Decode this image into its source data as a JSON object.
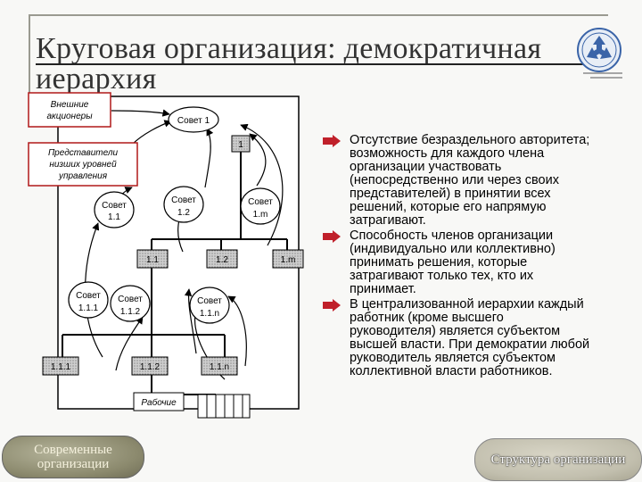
{
  "slide": {
    "title": "Круговая организация: демократичная иерархия",
    "logo_icon": "recycle-icon"
  },
  "diagram": {
    "ext_shareholders": "Внешние акционеры",
    "reps": "Представители низших уровней управления",
    "council1": "Совет 1",
    "box1": "1",
    "council_1_1": [
      "Совет",
      "1.1"
    ],
    "council_1_2": [
      "Совет",
      "1.2"
    ],
    "council_1_m": [
      "Совет",
      "1.m"
    ],
    "box_1_1": "1.1",
    "box_1_2": "1.2",
    "box_1_m": "1.m",
    "council_1_1_1": [
      "Совет",
      "1.1.1"
    ],
    "council_1_1_2": [
      "Совет",
      "1.1.2"
    ],
    "council_1_1_n": [
      "Совет",
      "1.1.n"
    ],
    "box_1_1_1": "1.1.1",
    "box_1_1_2": "1.1.2",
    "box_1_1_n": "1.1.n",
    "workers": "Рабочие"
  },
  "bullets": [
    "Отсутствие безраздельного авторитета; возможность для каждого члена организации участвовать (непосредственно или через своих представителей) в принятии всех решений, которые его напрямую затрагивают.",
    "Способность членов организации (индивидуально или коллективно) принимать решения, которые затрагивают только тех, кто их принимает.",
    "В централизованной иерархии каждый работник (кроме высшего руководителя) является субъектом высшей власти. При демократии любой руководитель является субъектом коллективной власти работников."
  ],
  "nav": {
    "left": "Современные организации",
    "right": "Структура организации"
  },
  "colors": {
    "bullet": "#c0202a",
    "pattern_box": "#bdbdbd"
  }
}
